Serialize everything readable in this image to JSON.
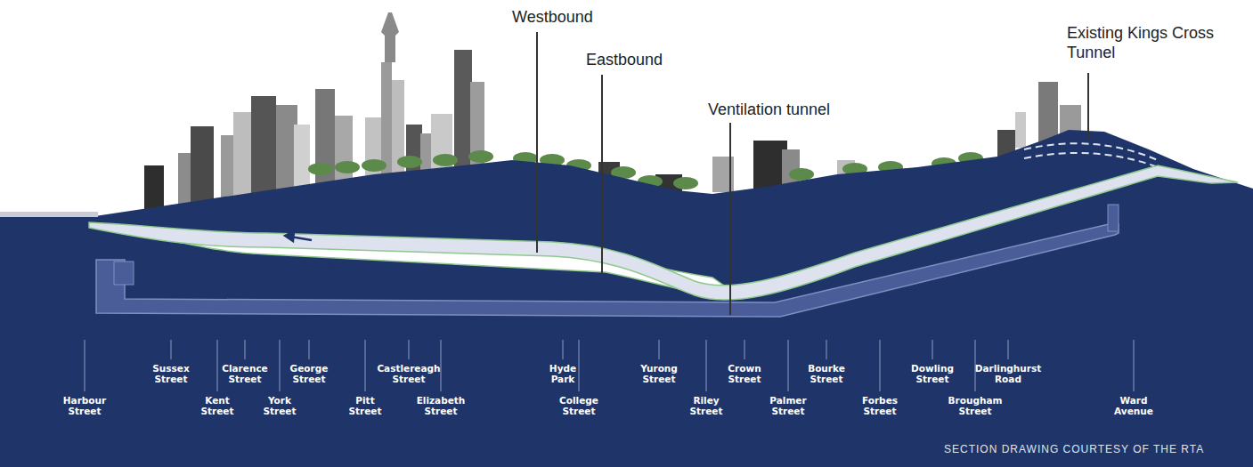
{
  "diagram": {
    "labels": [
      "Westbound",
      "Eastbound",
      "Ventilation tunnel",
      "Existing Kings Cross Tunnel",
      "Harbour Street",
      "Sussex Street",
      "Kent Street",
      "Clarence Street",
      "York Street",
      "George Street",
      "Pitt Street",
      "Castlereagh Street",
      "Elizabeth Street",
      "Hyde Park",
      "College Street",
      "Yurong Street",
      "Riley Street",
      "Crown Street",
      "Palmer Street",
      "Bourke Street",
      "Forbes Street",
      "Dowling Street",
      "Brougham Street",
      "Darlinghurst Road",
      "Ward Avenue",
      "SECTION DRAWING COURTESY OF THE RTA"
    ]
  }
}
